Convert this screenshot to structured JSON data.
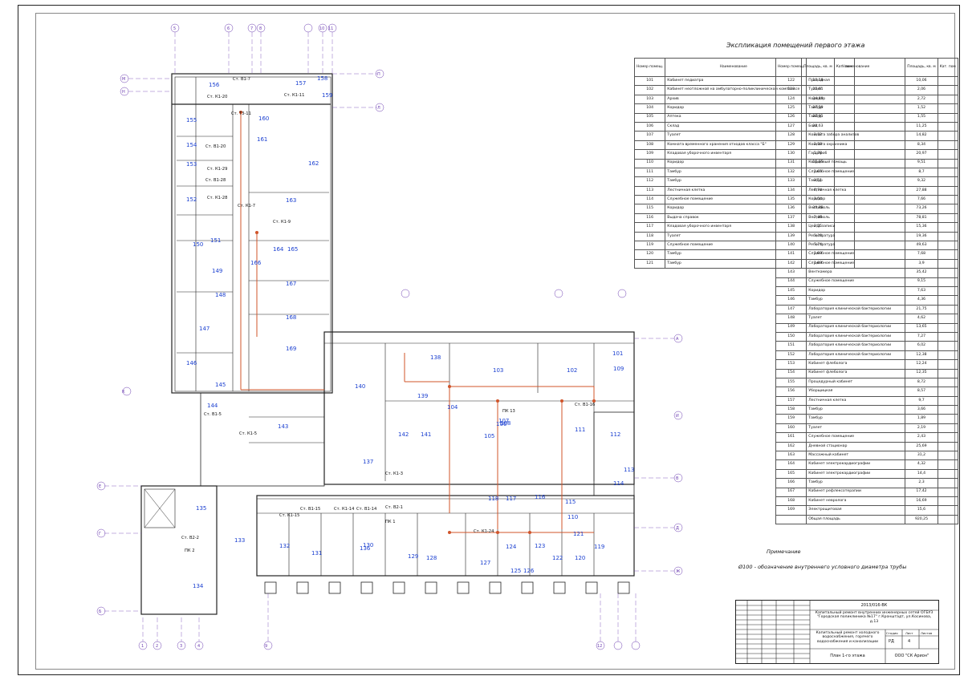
{
  "drawing": {
    "plan_rooms": [
      "156",
      "157",
      "158",
      "159",
      "160",
      "155",
      "154",
      "153",
      "152",
      "151",
      "150",
      "149",
      "148",
      "147",
      "146",
      "145",
      "144",
      "143",
      "142",
      "141",
      "140",
      "139",
      "138",
      "137",
      "136",
      "135",
      "134",
      "133",
      "132",
      "131",
      "130",
      "129",
      "128",
      "127",
      "126",
      "125",
      "124",
      "123",
      "122",
      "121",
      "120",
      "119",
      "118",
      "117",
      "116",
      "115",
      "114",
      "113",
      "112",
      "111",
      "110",
      "109",
      "108",
      "107",
      "106",
      "105",
      "104",
      "103",
      "102",
      "101",
      "161",
      "162",
      "163",
      "164",
      "165",
      "166",
      "167",
      "168",
      "169"
    ],
    "risers": [
      "Ст. В1-7",
      "Ст. К1-11",
      "Ст. К1-20",
      "Ст. Т3-11",
      "Ст. В1-20",
      "Ст. К1-29",
      "Ст. В1-28",
      "Ст. К1-28",
      "Ст. К1-7",
      "Ст. К1-9",
      "Ст. К1-5",
      "Ст. В1-5",
      "Ст. К1-15",
      "Ст. В1-15",
      "Ст. К1-14",
      "Ст. В1-14",
      "Ст. В2-1",
      "ПК 1",
      "Ст. К1-24",
      "Ст. К1-3",
      "Ст. В1-16",
      "ПК 13",
      "Ст. В2-2",
      "ПК 2"
    ],
    "axes_top": [
      "1",
      "2",
      "3",
      "4",
      "5",
      "6",
      "7",
      "8",
      "9",
      "10",
      "11",
      "12"
    ],
    "axes_side": [
      "А",
      "Б",
      "В",
      "Г",
      "Д",
      "Е",
      "Ж",
      "И",
      "К",
      "Л",
      "М",
      "Н",
      "П"
    ]
  },
  "explication": {
    "title": "Экспликация помещений первого этажа",
    "headers": [
      "Номер помещ.",
      "Наименование",
      "Площадь, кв. м",
      "Кат. пом"
    ],
    "left": [
      [
        "101",
        "Кабинет педиатра",
        "10,18"
      ],
      [
        "102",
        "Кабинет неотложной на амбулаторно-поликлиническом комплексе",
        "25,61"
      ],
      [
        "103",
        "Архив",
        "34,89"
      ],
      [
        "104",
        "Коридор",
        "27,59"
      ],
      [
        "105",
        "Аптека",
        "22,91"
      ],
      [
        "106",
        "Склад",
        "28,63"
      ],
      [
        "107",
        "Туалет",
        "2,52"
      ],
      [
        "108",
        "Комната временного хранения отходов класса \"Б\"",
        "2,58"
      ],
      [
        "109",
        "Кладовая уборочного инвентаря",
        "1,78"
      ],
      [
        "110",
        "Коридор",
        "15,85"
      ],
      [
        "111",
        "Тамбур",
        "1,65"
      ],
      [
        "112",
        "Тамбур",
        "1,51"
      ],
      [
        "113",
        "Лестничная клетка",
        "8,74"
      ],
      [
        "114",
        "Служебное помещение",
        "3,54"
      ],
      [
        "115",
        "Коридор",
        "30,18"
      ],
      [
        "116",
        "Выдача справок",
        "2,48"
      ],
      [
        "117",
        "Кладовая уборочного инвентаря",
        "2,25"
      ],
      [
        "118",
        "Туалет",
        "3,38"
      ],
      [
        "119",
        "Служебное помещение",
        "7,74"
      ],
      [
        "120",
        "Тамбур",
        "1,93"
      ],
      [
        "121",
        "Тамбур",
        "1,83"
      ]
    ],
    "right": [
      [
        "122",
        "Проходная",
        "10,06"
      ],
      [
        "123",
        "Туалет",
        "2,06"
      ],
      [
        "124",
        "Коридор",
        "2,72"
      ],
      [
        "125",
        "Тамбур",
        "1,52"
      ],
      [
        "126",
        "Тамбур",
        "1,55"
      ],
      [
        "127",
        "Бокс",
        "11,25"
      ],
      [
        "128",
        "Комната забора анализов",
        "14,82"
      ],
      [
        "129",
        "Комната охранника",
        "8,34"
      ],
      [
        "130",
        "Гардероб",
        "20,97"
      ],
      [
        "131",
        "Кварцевый помощь",
        "9,51"
      ],
      [
        "132",
        "Служебное помещение",
        "8,7"
      ],
      [
        "133",
        "Тамбур",
        "9,32"
      ],
      [
        "134",
        "Лестничная клетка",
        "27,88"
      ],
      [
        "135",
        "Коридор",
        "7,66"
      ],
      [
        "136",
        "Вестибюль",
        "73,26"
      ],
      [
        "137",
        "Вестибюль",
        "78,81"
      ],
      [
        "138",
        "Центр записи",
        "15,36"
      ],
      [
        "139",
        "Регистратура",
        "19,36"
      ],
      [
        "140",
        "Регистратура",
        "49,63"
      ],
      [
        "141",
        "Служебное помещение",
        "7,68"
      ],
      [
        "142",
        "Служебное помещение",
        "3,9"
      ],
      [
        "143",
        "Венткамера",
        "35,42"
      ],
      [
        "144",
        "Служебное помещение",
        "9,15"
      ],
      [
        "145",
        "Коридор",
        "7,63"
      ],
      [
        "146",
        "Тамбур",
        "4,36"
      ],
      [
        "147",
        "Лаборатория клинической бактериологии",
        "21,75"
      ],
      [
        "148",
        "Туалет",
        "4,62"
      ],
      [
        "149",
        "Лаборатория клинической бактериологии",
        "13,65"
      ],
      [
        "150",
        "Лаборатория клинической бактериологии",
        "7,27"
      ],
      [
        "151",
        "Лаборатория клинической бактериологии",
        "6,02"
      ],
      [
        "152",
        "Лаборатория клинической бактериологии",
        "12,38"
      ],
      [
        "153",
        "Кабинет флеболога",
        "12,24"
      ],
      [
        "154",
        "Кабинет флеболога",
        "12,35"
      ],
      [
        "155",
        "Процедурный кабинет",
        "8,72"
      ],
      [
        "156",
        "Уборщицкая",
        "8,57"
      ],
      [
        "157",
        "Лестничная клетка",
        "9,7"
      ],
      [
        "158",
        "Тамбур",
        "3,66"
      ],
      [
        "159",
        "Тамбур",
        "1,89"
      ],
      [
        "160",
        "Туалет",
        "2,19"
      ],
      [
        "161",
        "Служебное помещение",
        "2,43"
      ],
      [
        "162",
        "Дневной стационар",
        "25,69"
      ],
      [
        "163",
        "Массажный кабинет",
        "31,2"
      ],
      [
        "164",
        "Кабинет электрокардиографии",
        "4,32"
      ],
      [
        "165",
        "Кабинет электрокардиографии",
        "14,4"
      ],
      [
        "166",
        "Тамбур",
        "2,3"
      ],
      [
        "167",
        "Кабинет рефлексотерапии",
        "17,42"
      ],
      [
        "168",
        "Кабинет невролога",
        "16,69"
      ],
      [
        "169",
        "Электрощитовая",
        "15,6"
      ],
      [
        "",
        "Общая площадь",
        "920,25"
      ]
    ]
  },
  "note": {
    "title": "Примечание",
    "text": "Ø100 - обозначение внутреннего условного диаметра трубы"
  },
  "title_block": {
    "code": "2013/016-ВК",
    "project": "Капитальный ремонт внутренних инженерных сетей ОГБУЗ \"Городская поликлиника №17\" г.Кронштадт, ул.Косинова, д.13",
    "stage_label": "Стадия",
    "sheet_label": "Лист",
    "sheets_label": "Листов",
    "stage": "РД",
    "sheet": "4",
    "description": "Капитальный ремонт холодного водоснабжения, горячего водоснабжения и канализации",
    "sheet_title": "План 1-го этажа",
    "company": "ООО \"СК Арион\""
  },
  "colors": {
    "room_numbers": "#1a3fd0",
    "axis_marks": "#6a3bb0",
    "pipes": "#d0542a"
  }
}
